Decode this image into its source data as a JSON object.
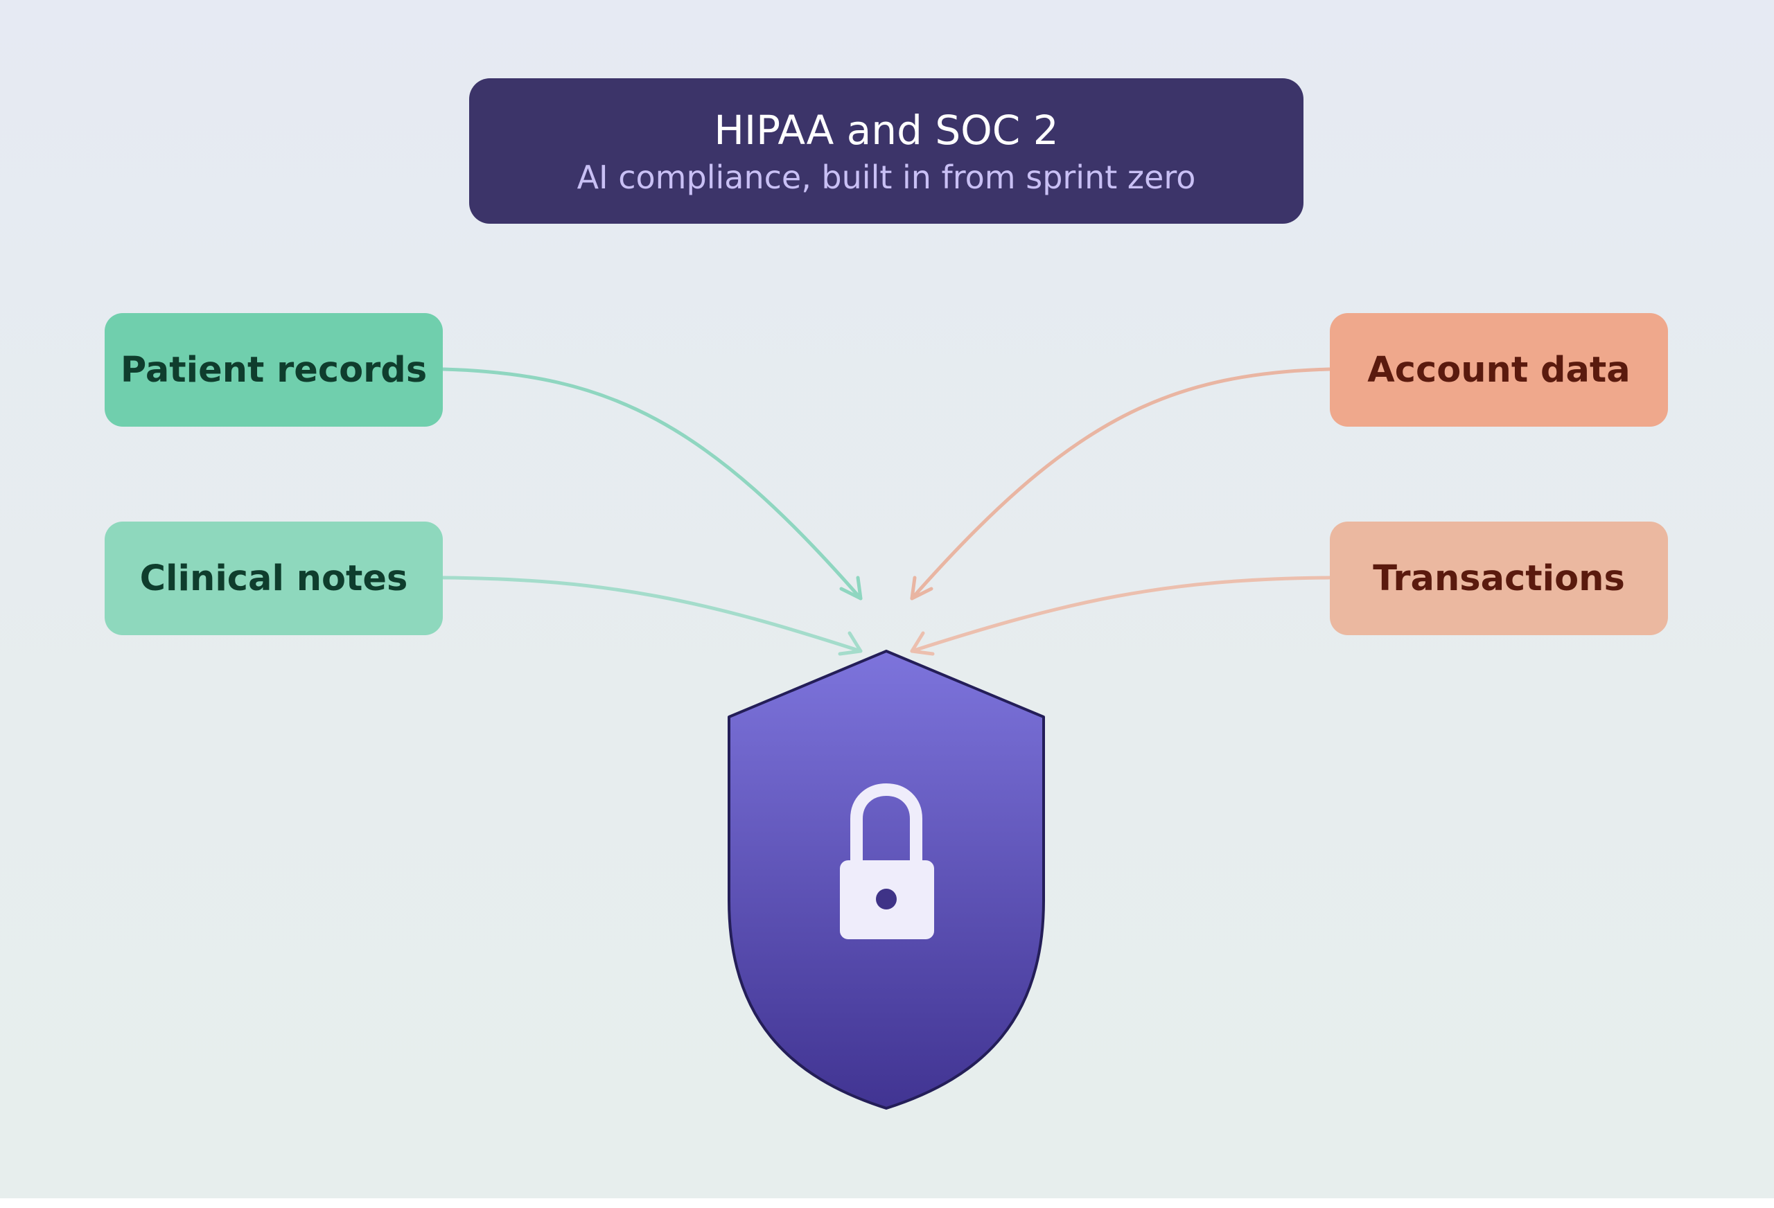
{
  "banner": {
    "title": "HIPAA and SOC 2",
    "subtitle": "AI compliance, built in from sprint zero"
  },
  "sources": {
    "health": [
      {
        "label": "Patient records"
      },
      {
        "label": "Clinical notes"
      }
    ],
    "finance": [
      {
        "label": "Account data"
      },
      {
        "label": "Transactions"
      }
    ]
  },
  "center": {
    "shape": "shield",
    "icon": "lock-icon"
  },
  "colors": {
    "banner": "#3c3469",
    "banner_subtitle": "#c9c0f5",
    "health_primary": "#70cfad",
    "health_secondary": "#8ed8bd",
    "health_text": "#0f3d2d",
    "finance_primary": "#efa88c",
    "finance_secondary": "#ebb8a0",
    "finance_text": "#5a1a0e",
    "shield_top": "#7b72d9",
    "shield_bottom": "#433592",
    "lock": "#efedfb"
  }
}
